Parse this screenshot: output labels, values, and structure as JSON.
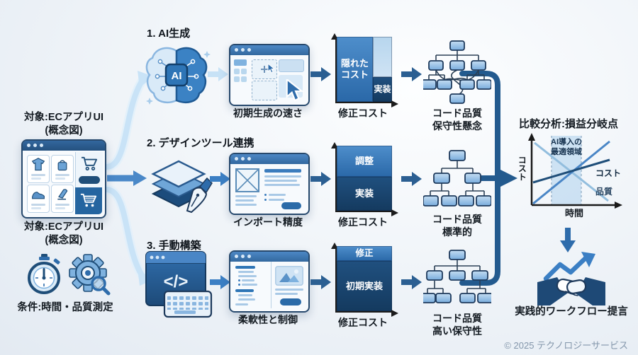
{
  "left": {
    "target_title": "対象:ECアプリUI\n(概念図)",
    "target_caption": "対象:ECアプリUI\n(概念図)",
    "condition": "条件:時間・品質測定",
    "icons": [
      "browser-shop-mockup",
      "stopwatch",
      "gear-magnifier"
    ]
  },
  "rows": [
    {
      "title": "1. AI生成",
      "icon": "ai-brain",
      "icon_label": "AI",
      "mock_caption": "初期生成の速さ",
      "bar": {
        "caption": "修正コスト",
        "segments": [
          {
            "label": "隠れた\nコスト"
          },
          {
            "label": ""
          },
          {
            "label": "実装"
          }
        ]
      },
      "tree_caption": "コード品質\n保守性懸念"
    },
    {
      "title": "2. デザインツール連携",
      "icon": "design-layers-pen",
      "mock_caption": "インポート精度",
      "bar": {
        "caption": "修正コスト",
        "segments": [
          {
            "label": "調整"
          },
          {
            "label": "実装"
          }
        ]
      },
      "tree_caption": "コード品質\n標準的"
    },
    {
      "title": "3. 手動構築",
      "icon": "code-editor-keyboard",
      "icon_label": "</>",
      "mock_caption": "柔軟性と制御",
      "bar": {
        "caption": "修正コスト",
        "segments": [
          {
            "label": "修正"
          },
          {
            "label": "初期実装"
          }
        ]
      },
      "tree_caption": "コード品質\n高い保守性"
    }
  ],
  "analysis": {
    "title": "比較分析:損益分岐点",
    "chart": {
      "ylabel": "コスト",
      "xlabel": "時間",
      "band_label": "AI導入の\n最適領域",
      "cost_line_label": "コスト",
      "quality_line_label": "品質"
    },
    "outcome": "実践的ワークフロー提言",
    "outcome_icon": "handshake-growth"
  },
  "chart_data": {
    "type": "line",
    "title": "比較分析:損益分岐点",
    "xlabel": "時間",
    "ylabel": "コスト",
    "axis_range_note": "conceptual (no numeric ticks shown)",
    "series": [
      {
        "name": "コスト",
        "points": [
          [
            0,
            0.35
          ],
          [
            1,
            0.7
          ]
        ]
      },
      {
        "name": "品質",
        "points": [
          [
            0,
            0.95
          ],
          [
            1,
            0.05
          ]
        ]
      },
      {
        "name": "",
        "points": [
          [
            0,
            0.02
          ],
          [
            1,
            0.97
          ]
        ]
      }
    ],
    "band": {
      "label": "AI導入の最適領域",
      "x_from": 0.27,
      "x_to": 0.62
    }
  },
  "footer": {
    "copyright": "© 2025 テクノロジーサービス"
  }
}
